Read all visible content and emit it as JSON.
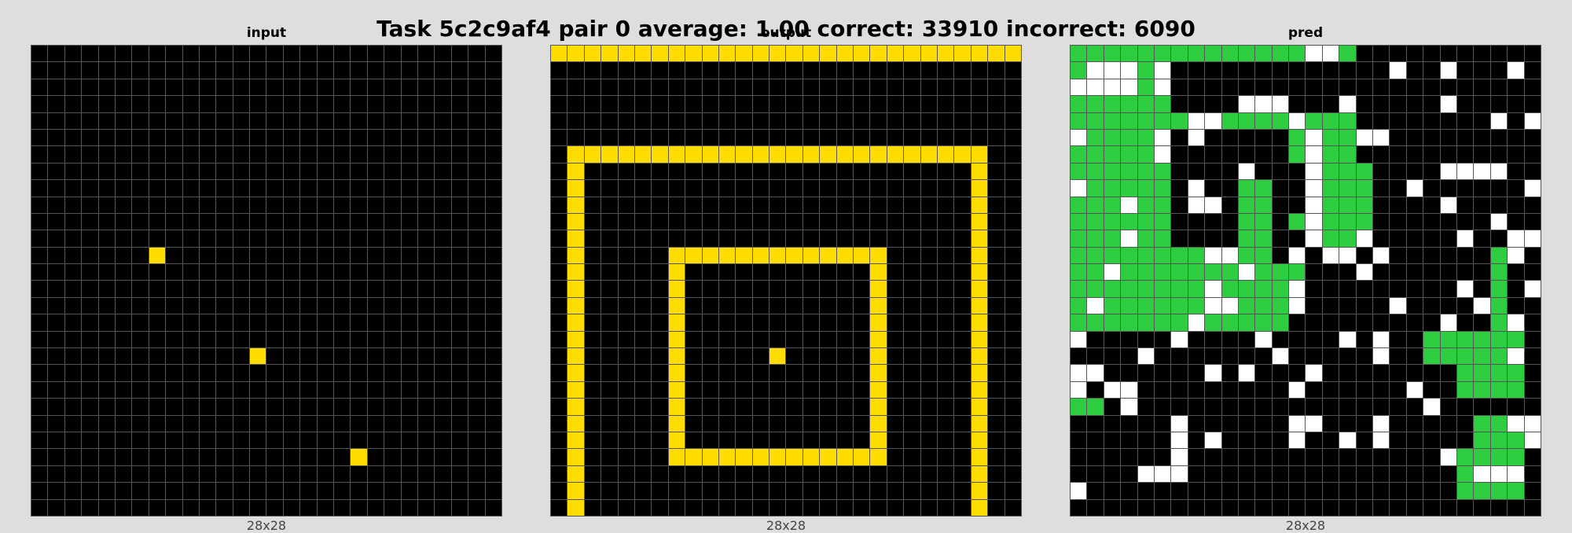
{
  "title": "Task 5c2c9af4 pair 0 average: 1.00 correct: 33910 incorrect: 6090",
  "palette": {
    "0": "#000000",
    "1": "#ffffff",
    "3": "#2ecc40",
    "4": "#ffdc00"
  },
  "panels": [
    {
      "label": "input",
      "dims": "28x28",
      "rows": [
        "0000000000000000000000000000",
        "0000000000000000000000000000",
        "0000000000000000000000000000",
        "0000000000000000000000000000",
        "0000000000000000000000000000",
        "0000000000000000000000000000",
        "0000000000000000000000000000",
        "0000000000000000000000000000",
        "0000000000000000000000000000",
        "0000000000000000000000000000",
        "0000000000000000000000000000",
        "0000000000000000000000000000",
        "0000000400000000000000000000",
        "0000000000000000000000000000",
        "0000000000000000000000000000",
        "0000000000000000000000000000",
        "0000000000000000000000000000",
        "0000000000000000000000000000",
        "0000000000000400000000000000",
        "0000000000000000000000000000",
        "0000000000000000000000000000",
        "0000000000000000000000000000",
        "0000000000000000000000000000",
        "0000000000000000000000000000",
        "0000000000000000000400000000",
        "0000000000000000000000000000",
        "0000000000000000000000000000",
        "0000000000000000000000000000"
      ]
    },
    {
      "label": "output",
      "dims": "28x28",
      "rows": [
        "4444444444444444444444444444",
        "0000000000000000000000000000",
        "0000000000000000000000000000",
        "0000000000000000000000000000",
        "0000000000000000000000000000",
        "0000000000000000000000000000",
        "0444444444444444444444444400",
        "0400000000000000000000000400",
        "0400000000000000000000000400",
        "0400000000000000000000000400",
        "0400000000000000000000000400",
        "0400000000000000000000000400",
        "0400000444444444444400000400",
        "0400000400000000000400000400",
        "0400000400000000000400000400",
        "0400000400000000000400000400",
        "0400000400000000000400000400",
        "0400000400000000000400000400",
        "0400000400000400000400000400",
        "0400000400000000000400000400",
        "0400000400000000000400000400",
        "0400000400000000000400000400",
        "0400000400000000000400000400",
        "0400000400000000000400000400",
        "0400000444444444444400000400",
        "0400000000000000000000000400",
        "0400000000000000000000000400",
        "0400000000000000000000000400"
      ]
    },
    {
      "label": "pred",
      "dims": "28x28",
      "rows": [
        "3333333333333311300000000000",
        "3111310000000000000100100010",
        "1111310000000000000000000000",
        "3333330000111000100000100000",
        "3333333113333133300000000101",
        "1333310100000313311000000000",
        "3333310000000313300000000000",
        "3333330000100013330000111100",
        "1333330100330013330010000001",
        "3331330110330013330000100000",
        "3333330000330313330000000100",
        "3331330000330013310000010011",
        "3333333311330101101000000310",
        "3313333333133300010000000300",
        "3333333313333100000000010301",
        "3133333311333100000100001300",
        "3333333133333000000000100310",
        "1000001000010000101003333330",
        "0000100000001000001003333310",
        "1100000010100010000000033330",
        "1011000000000100000010033330",
        "3301000000000000000001000000",
        "0000001000000110001000003311",
        "0000001010000100101000003331",
        "0000001000000000000000133330",
        "0000111000000000000000031110",
        "1000000000000000000000033330",
        "0000000000000000000000000000"
      ]
    }
  ]
}
